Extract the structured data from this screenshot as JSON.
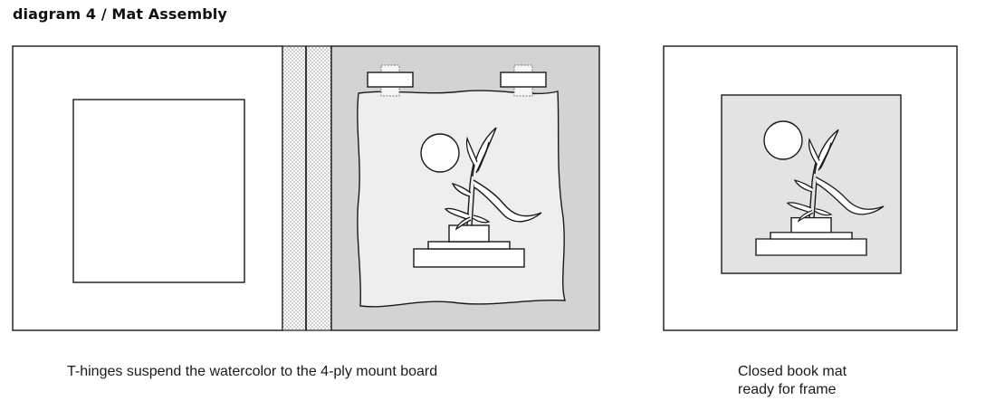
{
  "title": "diagram 4 / Mat Assembly",
  "captions": {
    "open_mat": "T-hinges suspend the watercolor to the 4-ply mount board",
    "closed_mat_line1": "Closed book mat",
    "closed_mat_line2": "ready for frame"
  },
  "colors": {
    "line": "#1a1a1a",
    "mount_board": "#d3d3d3",
    "watercolor_paper": "#eeeeee",
    "closed_window": "#e3e3e3",
    "hinge_tape_dots": "#9a9a9a"
  },
  "icons": {
    "plant": "plant-drawing-icon",
    "sun": "sun-circle-icon",
    "hinge": "t-hinge-icon"
  }
}
